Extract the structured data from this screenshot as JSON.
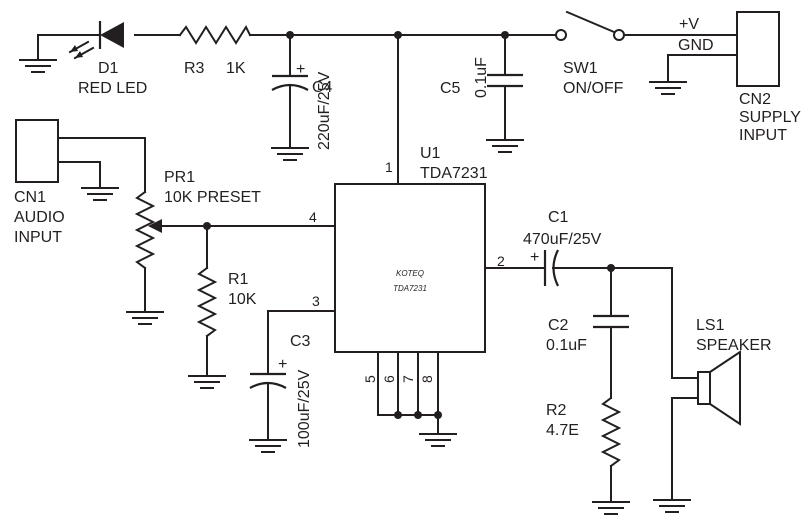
{
  "components": {
    "d1": {
      "ref": "D1",
      "value": "RED LED"
    },
    "r3": {
      "ref": "R3",
      "value": "1K"
    },
    "c4": {
      "ref": "C4",
      "value": "220uF/25V",
      "polarity": "+"
    },
    "c5": {
      "ref": "C5",
      "value": "0.1uF"
    },
    "sw1": {
      "ref": "SW1",
      "value": "ON/OFF"
    },
    "cn2": {
      "ref": "CN2",
      "line1": "SUPPLY",
      "line2": "INPUT",
      "pin_v": "+V",
      "pin_gnd": "GND"
    },
    "cn1": {
      "ref": "CN1",
      "line1": "AUDIO",
      "line2": "INPUT"
    },
    "pr1": {
      "ref": "PR1",
      "value": "10K PRESET"
    },
    "u1": {
      "ref": "U1",
      "value": "TDA7231",
      "body_brand": "KOTEQ",
      "body_part": "TDA7231"
    },
    "r1": {
      "ref": "R1",
      "value": "10K"
    },
    "c3": {
      "ref": "C3",
      "value": "100uF/25V",
      "polarity": "+"
    },
    "c1": {
      "ref": "C1",
      "value": "470uF/25V",
      "polarity": "+"
    },
    "c2": {
      "ref": "C2",
      "value": "0.1uF"
    },
    "r2": {
      "ref": "R2",
      "value": "4.7E"
    },
    "ls1": {
      "ref": "LS1",
      "value": "SPEAKER"
    }
  },
  "pins": {
    "p1": "1",
    "p2": "2",
    "p3": "3",
    "p4": "4",
    "p5": "5",
    "p6": "6",
    "p7": "7",
    "p8": "8"
  }
}
